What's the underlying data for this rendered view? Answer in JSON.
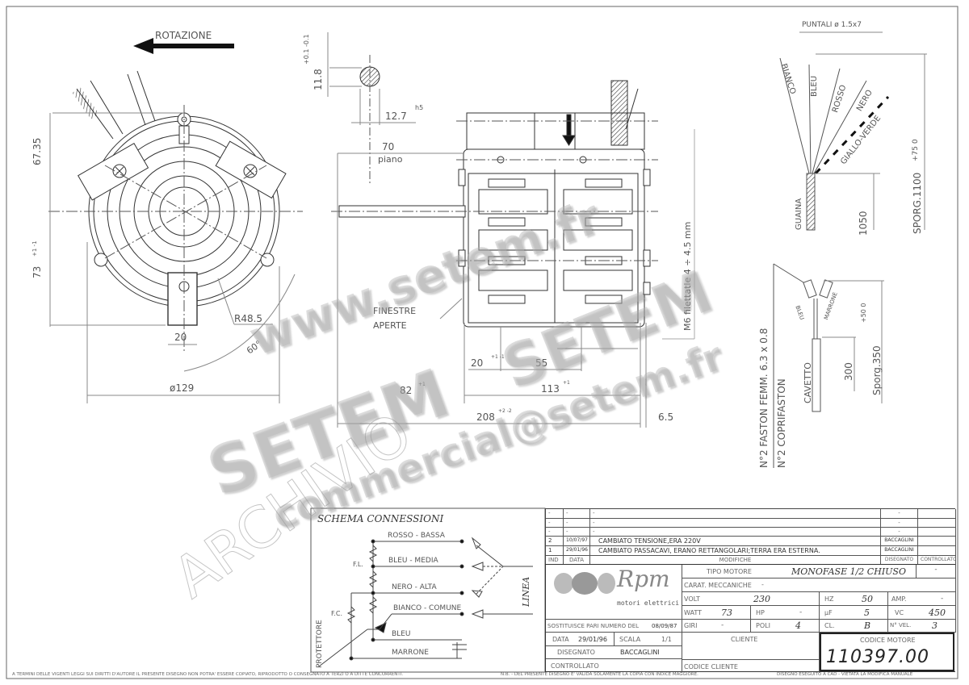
{
  "drawing": {
    "rotation_label": "ROTAZIONE",
    "front_view": {
      "dim_height_top": "67.35",
      "dim_height_bottom": "73",
      "dim_height_bottom_tol": "+1 -1",
      "dim_bracket_width": "20",
      "dim_radius": "R48.5",
      "dim_angle": "60°",
      "dim_diameter": "ø129"
    },
    "shaft_section": {
      "dim_flat": "11.8",
      "dim_flat_tol": "+0.1 -0.1",
      "dim_diameter": "12.7",
      "dim_diameter_tol": "h5"
    },
    "side_view": {
      "dim_flat_length": "70",
      "dim_flat_label": "piano",
      "label_windows": "FINESTRE",
      "label_windows_2": "APERTE",
      "dim_20": "20",
      "dim_20_tol": "+1 -1",
      "dim_55": "55",
      "dim_82": "82",
      "dim_82_tol": "+1",
      "dim_113": "113",
      "dim_113_tol": "+1",
      "dim_208": "208",
      "dim_208_tol": "+2 -2",
      "dim_6_5": "6.5",
      "thread_note": "M6 filettatle 4 ÷ 4.5 mm"
    },
    "leads": {
      "tips_label": "PUNTALI ø 1.5x7",
      "wires": [
        "BIANCO",
        "BLEU",
        "ROSSO",
        "NERO",
        "GIALLO-VERDE"
      ],
      "sheath_label": "GUAINA",
      "dim_1050": "1050",
      "dim_sporg": "SPORG.1100",
      "dim_sporg_tol": "+75 0"
    },
    "protector_leads": {
      "faston_note_1": "N°2 FASTON FEMM. 6.3 x 0.8",
      "faston_note_2": "N°2 COPRIFASTON",
      "wires": [
        "BLEU",
        "MARRONE"
      ],
      "cable_label": "CAVETTO",
      "dim_300": "300",
      "dim_sporg": "Sporg.350",
      "dim_sporg_tol": "+50 0"
    }
  },
  "schema": {
    "title": "SCHEMA CONNESSIONI",
    "lines": [
      "ROSSO - BASSA",
      "BLEU - MEDIA",
      "NERO - ALTA",
      "BIANCO - COMUNE",
      "BLEU",
      "MARRONE"
    ],
    "fl_label": "F.L.",
    "fc_label": "F.C.",
    "protector_label": "PROTETTORE",
    "line_label": "LINEA"
  },
  "revisions": {
    "rows": [
      {
        "ind": "-",
        "data": "-",
        "mod": "-",
        "dis": "-",
        "ctrl": ""
      },
      {
        "ind": "-",
        "data": "-",
        "mod": "-",
        "dis": "-",
        "ctrl": ""
      },
      {
        "ind": "-",
        "data": "-",
        "mod": "-",
        "dis": "-",
        "ctrl": ""
      },
      {
        "ind": "2",
        "data": "10/07/97",
        "mod": "CAMBIATO TENSIONE,ERA 220V",
        "dis": "BACCAGLINI",
        "ctrl": ""
      },
      {
        "ind": "1",
        "data": "29/01/96",
        "mod": "CAMBIATO PASSACAVI, ERANO RETTANGOLARI;TERRA ERA ESTERNA.",
        "dis": "BACCAGLINI",
        "ctrl": ""
      }
    ],
    "headers": {
      "ind": "IND",
      "data": "DATA",
      "mod": "MODIFICHE",
      "dis": "DISEGNATO",
      "ctrl": "CONTROLLATO"
    }
  },
  "title_block": {
    "logo_text": "Rpm",
    "logo_sub": "motori elettrici",
    "tipo_motore_label": "TIPO MOTORE",
    "tipo_motore": "MONOFASE 1/2 CHIUSO",
    "tipo_motore_extra": "-",
    "carat_label": "CARAT. MECCANICHE",
    "carat_value": "-",
    "volt_label": "VOLT",
    "volt": "230",
    "hz_label": "HZ",
    "hz": "50",
    "amp_label": "AMP.",
    "amp": "-",
    "watt_label": "WATT",
    "watt": "73",
    "hp_label": "HP",
    "hp": "-",
    "uf_label": "µF",
    "uf": "5",
    "vc_label": "VC",
    "vc": "450",
    "giri_label": "GIRI",
    "giri": "-",
    "poli_label": "POLI",
    "poli": "4",
    "cl_label": "CL.",
    "cl": "B",
    "nvel_label": "N° VEL.",
    "nvel": "3",
    "sostituisce_label": "SOSTITUISCE PARI NUMERO DEL",
    "sostituisce_date": "08/09/87",
    "data_label": "DATA",
    "data": "29/01/96",
    "scala_label": "SCALA",
    "scala": "1/1",
    "disegnato_label": "DISEGNATO",
    "disegnato": "BACCAGLINI",
    "controllato_label": "CONTROLLATO",
    "cliente_label": "CLIENTE",
    "codice_cliente_label": "CODICE CLIENTE",
    "codice_motore_label": "CODICE MOTORE",
    "codice_motore": "110397.00"
  },
  "footer": {
    "left": "A TERMINI DELLE VIGENTI LEGGI SUI DIRITTI D'AUTORE IL PRESENTE DISEGNO NON POTRA' ESSERE COPIATO, RIPRODOTTO O CONSEGNATO A TERZI O A DITTE CONCORRENTI.",
    "mid": "N.B. - DEL PRESENTE DISEGNO E' VALIDA SOLAMENTE LA COPIA CON INDICE MAGGIORE.",
    "right": "DISEGNO ESEGUITO A CAD - VIETATA LA MODIFICA MANUALE"
  },
  "watermarks": {
    "url": "www.setem.fr",
    "brand": "SETEM",
    "email": "commercial@setem.fr",
    "archive": "ARCHIVIO",
    "brand2": "SETEM"
  }
}
